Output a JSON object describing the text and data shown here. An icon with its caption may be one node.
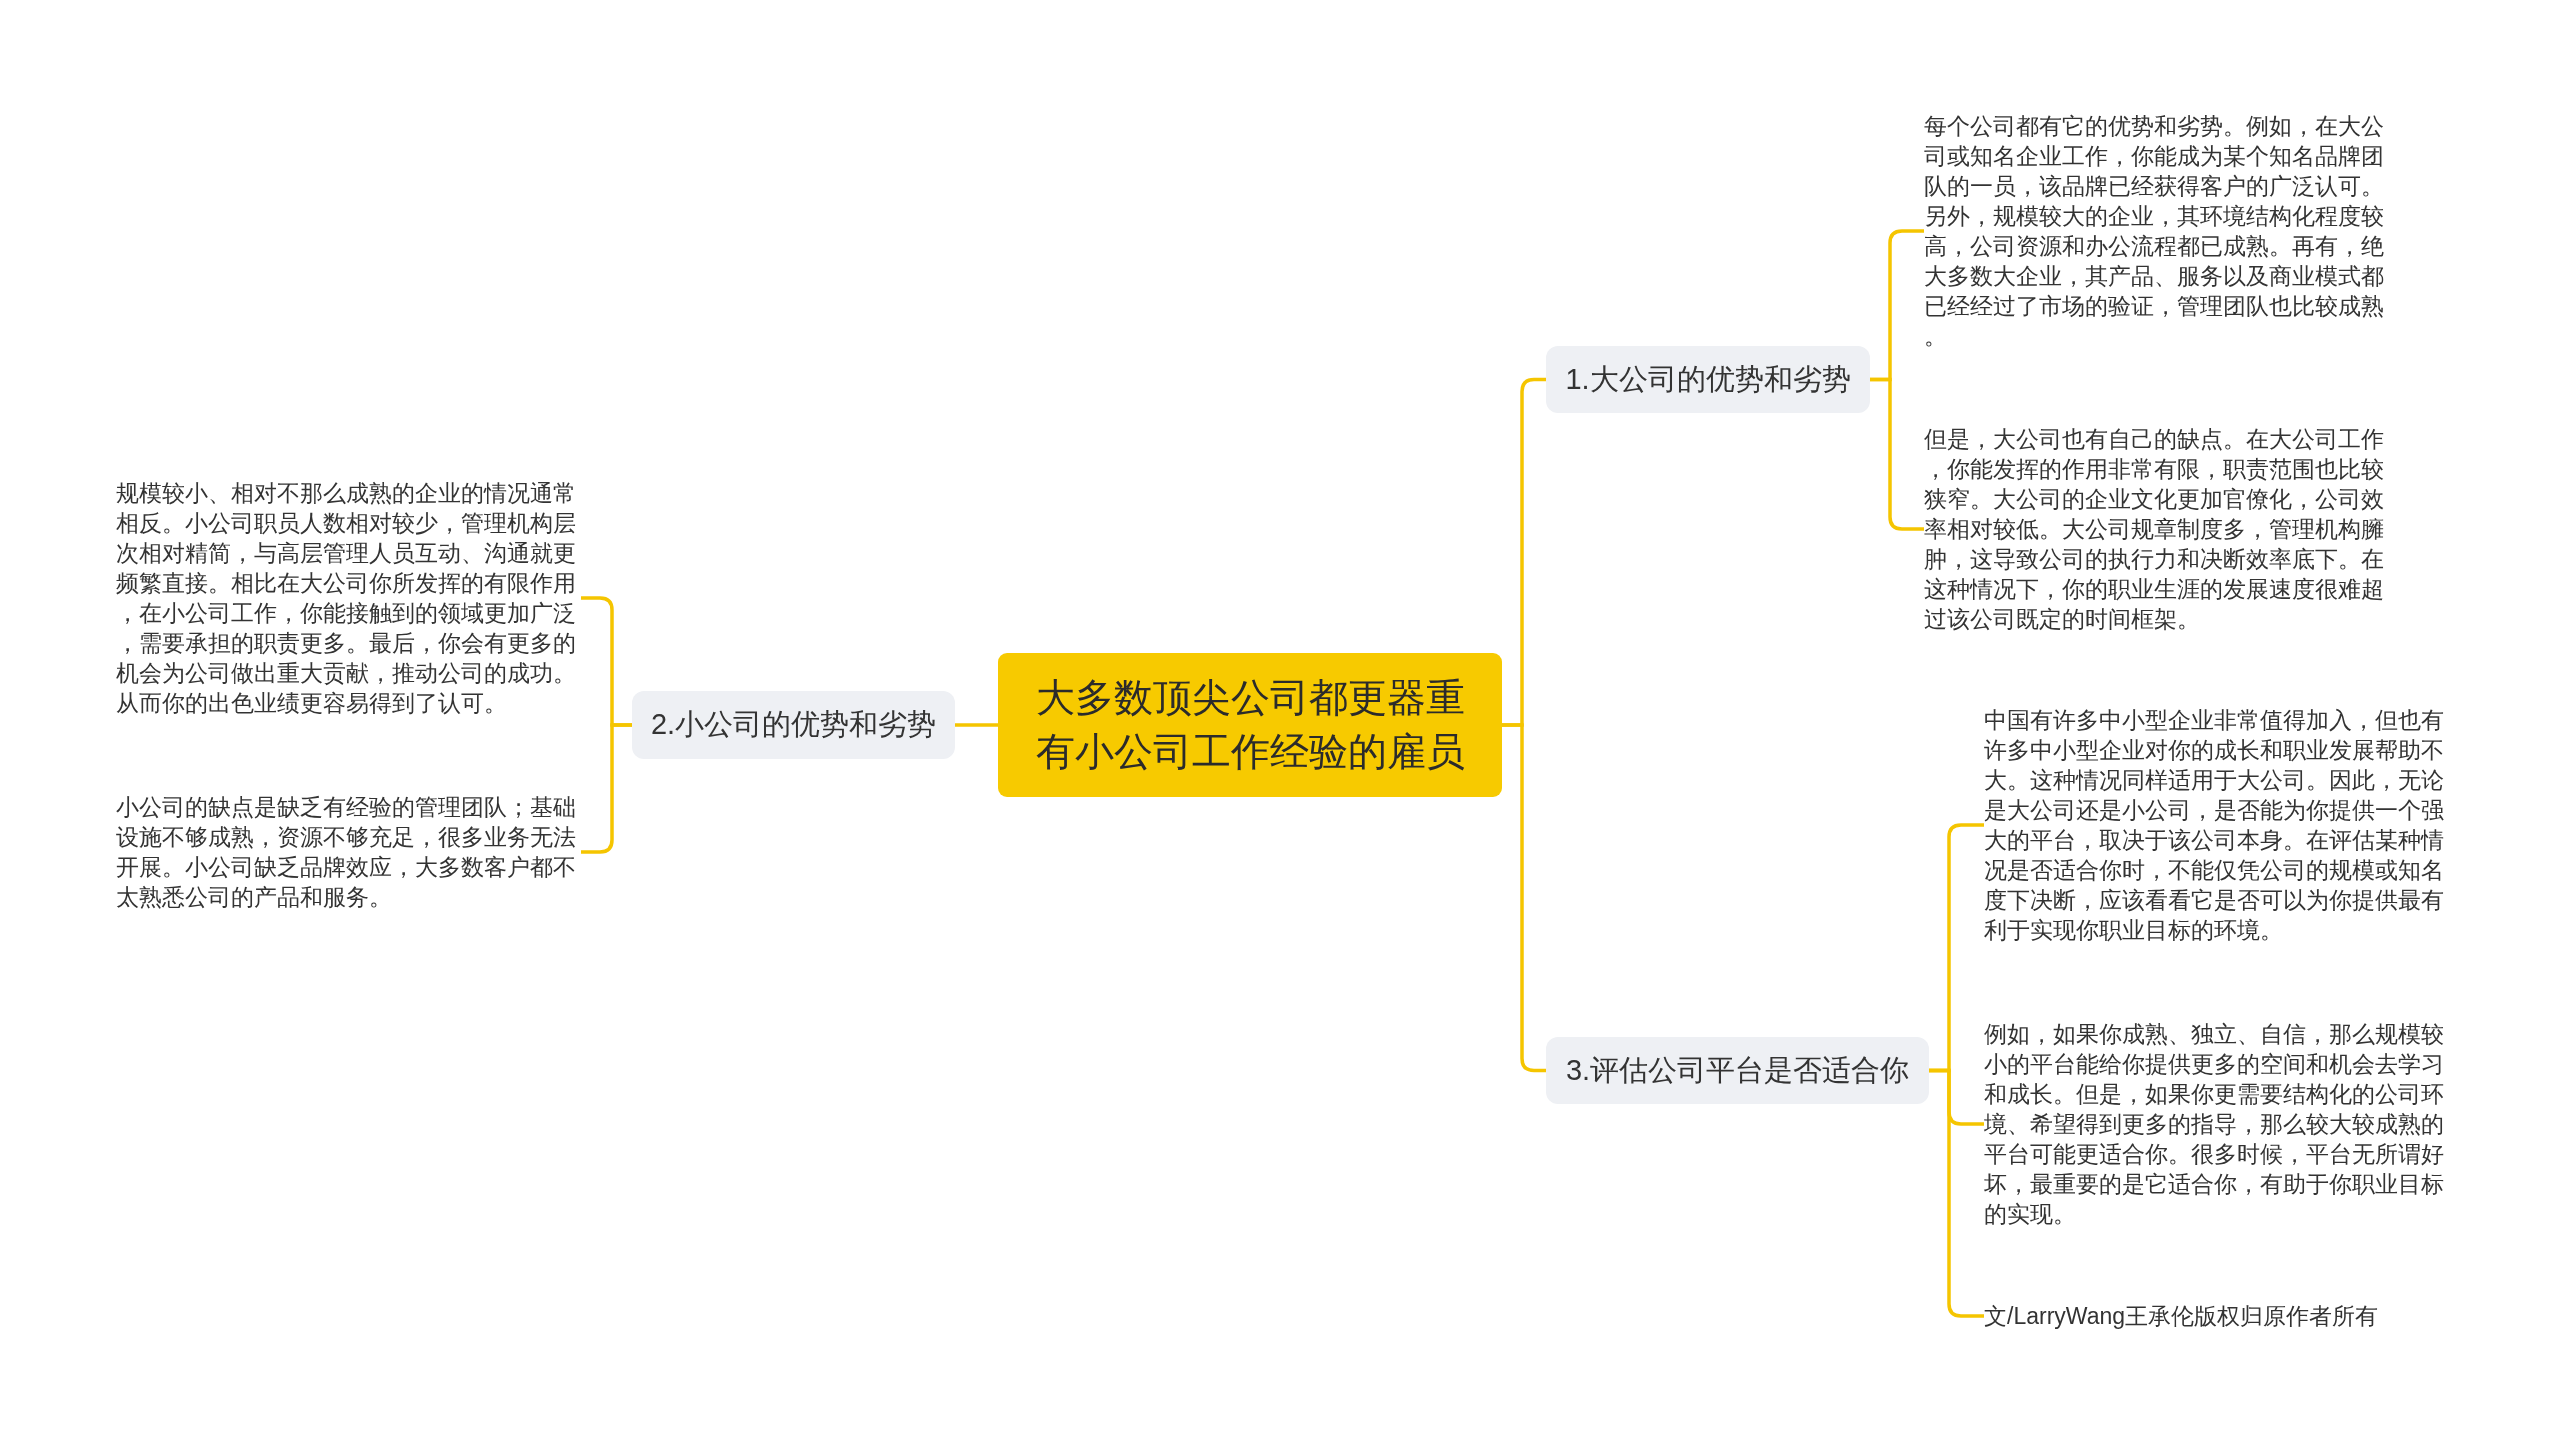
{
  "diagram": {
    "nodes": [
      {
        "text": [
          "大多数顶尖公司都更器重有小公司工作经验的雇员"
        ]
      },
      {
        "text": [
          "1.大公司的优势和劣势"
        ]
      },
      {
        "text": [
          "每个公司都有它的优势和劣势。例如，在大公司或知名企业工作，你能成为某个知名品牌团队的一员，该品牌已经获得客户的广泛认可。另外，规模较大的企业，其环境结构化程度较高，公司资源和办公流程都已成熟。再有，绝大多数大企业，其产品、服务以及商业模式都已经经过了市场的验证，管理团队也比较成熟。"
        ]
      },
      {
        "text": [
          "但是，大公司也有自己的缺点。在大公司工作，你能发挥的作用非常有限，职责范围也比较狭窄。大公司的企业文化更加官僚化，公司效率相对较低。大公司规章制度多，管理机构臃肿，这导致公司的执行力和决断效率底下。在这种情况下，你的职业生涯的发展速度很难超过该公司既定的时间框架。"
        ]
      },
      {
        "text": [
          "2.小公司的优势和劣势"
        ]
      },
      {
        "text": [
          "规模较小、相对不那么成熟的企业的情况通常相反。小公司职员人数相对较少，管理机构层次相对精简，与高层管理人员互动、沟通就更频繁直接。相比在大公司你所发挥的有限作用，在小公司工作，你能接触到的领域更加广泛，需要承担的职责更多。最后，你会有更多的机会为公司做出重大贡献，推动公司的成功。从而你的出色业绩更容易得到了认可。"
        ]
      },
      {
        "text": [
          "小公司的缺点是缺乏有经验的管理团队；基础设施不够成熟，资源不够充足，很多业务无法开展。小公司缺乏品牌效应，大多数客户都不太熟悉公司的产品和服务。"
        ]
      },
      {
        "text": [
          "3.评估公司平台是否适合你"
        ]
      },
      {
        "text": [
          "中国有许多中小型企业非常值得加入，但也有许多中小型企业对你的成长和职业发展帮助不大。这种情况同样适用于大公司。因此，无论是大公司还是小公司，是否能为你提供一个强大的平台，取决于该公司本身。在评估某种情况是否适合你时，不能仅凭公司的规模或知名度下决断，应该看看它是否可以为你提供最有利于实现你职业目标的环境。"
        ]
      },
      {
        "text": [
          "例如，如果你成熟、独立、自信，那么规模较小的平台能给你提供更多的空间和机会去学习和成长。但是，如果你更需要结构化的公司环境、希望得到更多的指导，那么较大较成熟的平台可能更适合你。很多时候，平台无所谓好坏，最重要的是它适合你，有助于你职业目标的实现。"
        ]
      },
      {
        "text": [
          "文/LarryWang王承伦版权归原作者所有"
        ]
      }
    ],
    "edges": [
      {
        "from": 0,
        "to": 1,
        "arrow": "none"
      },
      {
        "from": 1,
        "to": 2,
        "arrow": "none"
      },
      {
        "from": 1,
        "to": 3,
        "arrow": "none"
      },
      {
        "from": 0,
        "to": 4,
        "arrow": "none"
      },
      {
        "from": 4,
        "to": 5,
        "arrow": "none"
      },
      {
        "from": 4,
        "to": 6,
        "arrow": "none"
      },
      {
        "from": 0,
        "to": 7,
        "arrow": "none"
      },
      {
        "from": 7,
        "to": 8,
        "arrow": "none"
      },
      {
        "from": 7,
        "to": 9,
        "arrow": "none"
      },
      {
        "from": 7,
        "to": 10,
        "arrow": "none"
      }
    ]
  }
}
